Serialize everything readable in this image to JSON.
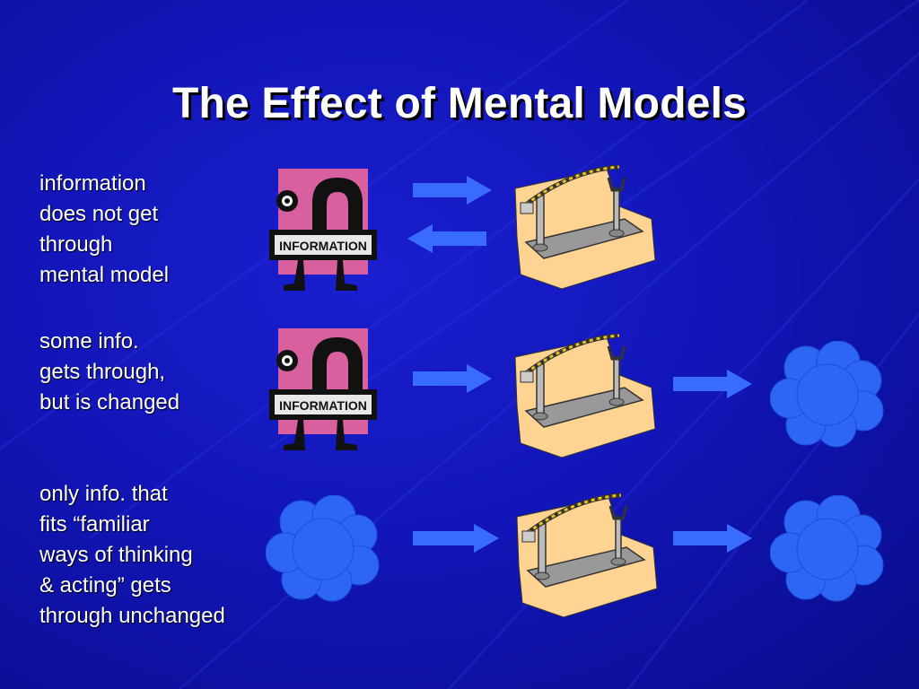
{
  "slide": {
    "title": "The Effect of Mental Models",
    "rows": [
      {
        "lines": [
          "information",
          "does not get",
          "through",
          "mental model"
        ]
      },
      {
        "lines": [
          "some info.",
          "gets through,",
          "but is changed"
        ]
      },
      {
        "lines": [
          "only info. that",
          "fits “familiar",
          "ways of thinking",
          "& acting” gets",
          "through unchanged"
        ]
      }
    ],
    "sign_text": "INFORMATION",
    "colors": {
      "background": "#1216b8",
      "arrow": "#3a6bff",
      "cloud": "#2d66f5",
      "sign_pink": "#d8609e",
      "paper": "#ffd392"
    }
  }
}
